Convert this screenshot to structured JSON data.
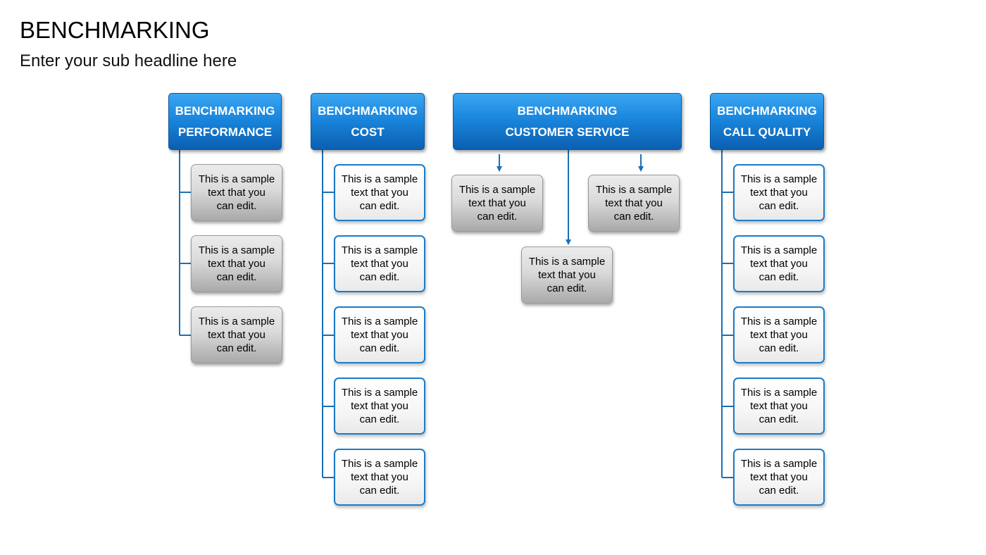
{
  "title": "BENCHMARKING",
  "subtitle": "Enter your sub headline here",
  "colors": {
    "header_top": "#3aa6f2",
    "header_bottom": "#0b5fb0",
    "connector": "#1b6fb5",
    "item_border_blue": "#1b7cc8",
    "item_grey": "#c4c4c4"
  },
  "columns": [
    {
      "header_line1": "BENCHMARKING",
      "header_line2": "PERFORMANCE",
      "items": [
        {
          "line1": "This is a sample",
          "line2": "text that you",
          "line3": "can edit."
        },
        {
          "line1": "This is a sample",
          "line2": "text that you",
          "line3": "can edit."
        },
        {
          "line1": "This is a sample",
          "line2": "text that you",
          "line3": "can edit."
        }
      ]
    },
    {
      "header_line1": "BENCHMARKING",
      "header_line2": "COST",
      "items": [
        {
          "line1": "This is a sample",
          "line2": "text that you",
          "line3": "can edit."
        },
        {
          "line1": "This is a sample",
          "line2": "text that you",
          "line3": "can edit."
        },
        {
          "line1": "This is a sample",
          "line2": "text that you",
          "line3": "can edit."
        },
        {
          "line1": "This is a sample",
          "line2": "text that you",
          "line3": "can edit."
        },
        {
          "line1": "This is a sample",
          "line2": "text that you",
          "line3": "can edit."
        }
      ]
    },
    {
      "header_line1": "BENCHMARKING",
      "header_line2": "CUSTOMER SERVICE",
      "items": [
        {
          "line1": "This is a sample",
          "line2": "text that you",
          "line3": "can edit."
        },
        {
          "line1": "This is a sample",
          "line2": "text that you",
          "line3": "can edit."
        },
        {
          "line1": "This is a sample",
          "line2": "text that you",
          "line3": "can edit."
        }
      ]
    },
    {
      "header_line1": "BENCHMARKING",
      "header_line2": "CALL QUALITY",
      "items": [
        {
          "line1": "This is a sample",
          "line2": "text that you",
          "line3": "can edit."
        },
        {
          "line1": "This is a sample",
          "line2": "text that you",
          "line3": "can edit."
        },
        {
          "line1": "This is a sample",
          "line2": "text that you",
          "line3": "can edit."
        },
        {
          "line1": "This is a sample",
          "line2": "text that you",
          "line3": "can edit."
        },
        {
          "line1": "This is a sample",
          "line2": "text that you",
          "line3": "can edit."
        }
      ]
    }
  ]
}
